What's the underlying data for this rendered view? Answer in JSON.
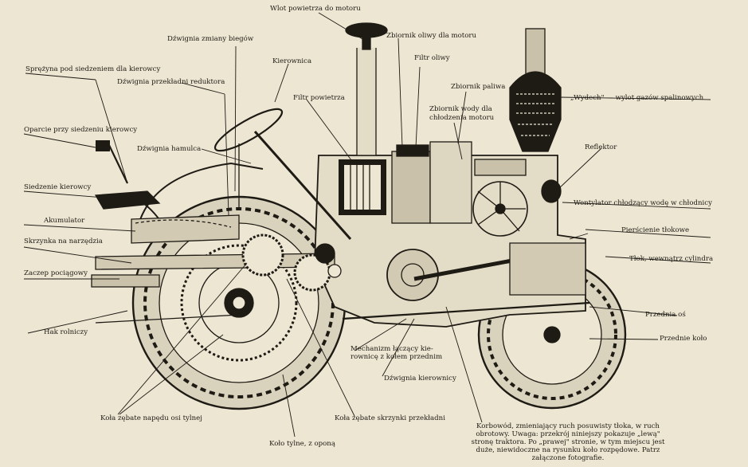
{
  "labels": {
    "wlot": "Wlot powietrza do motoru",
    "dzw_biegow": "Dźwignia zmiany biegów",
    "zbiornik_oliwy": "Zbiornik oliwy dla motoru",
    "kierownica": "Kierownica",
    "filtr_oliwy": "Filtr oliwy",
    "sprezyna": "Sprężyna pod siedzeniem dla kierowcy",
    "dzw_reduktora": "Dźwignia przekładni reduktora",
    "zbiornik_paliwa": "Zbiornik paliwa",
    "filtr_powietrza": "Filtr powietrza",
    "wydech": "„Wydech\" — wylot gazów spalinowych",
    "zbiornik_wody_1": "Zbiornik wody dla",
    "zbiornik_wody_2": "chłodzenia motoru",
    "oparcie": "Oparcie przy siedzeniu kierowcy",
    "dzw_hamulca": "Dźwignia hamulca",
    "reflektor": "Reflektor",
    "siedzenie": "Siedzenie kierowcy",
    "wentylator": "Wentylator chłodzący wodę w chłodnicy",
    "akumulator": "Akumulator",
    "pierscienie": "Pierścienie tłokowe",
    "skrzynka": "Skrzynka na narzędzia",
    "tlok": "Tłok, wewnątrz cylindra",
    "zaczep": "Zaczep pociągowy",
    "przednia_os": "Przednia oś",
    "hak": "Hak rolniczy",
    "przednie_kolo": "Przednie koło",
    "mechanizm_1": "Mechanizm łączący kie-",
    "mechanizm_2": "rownicę z kołem przednim",
    "dzw_kierownicy": "Dźwignia kierownicy",
    "kola_osi": "Koła zębate napędu osi tylnej",
    "kola_skrzynki": "Koła zębate skrzynki przekładni",
    "korbowod": "Korbowód, zmieniający ruch posuwisty tłoka, w ruch obrotowy. Uwaga: przekrój niniejszy pokazuje „lewą\" stronę traktora. Po „prawej\" stronie, w tym miejscu jest duże, niewidoczne na rysunku koło rozpędowe. Patrz załączone fotografie.",
    "kolo_tylne": "Koło tylne, z oponą"
  }
}
